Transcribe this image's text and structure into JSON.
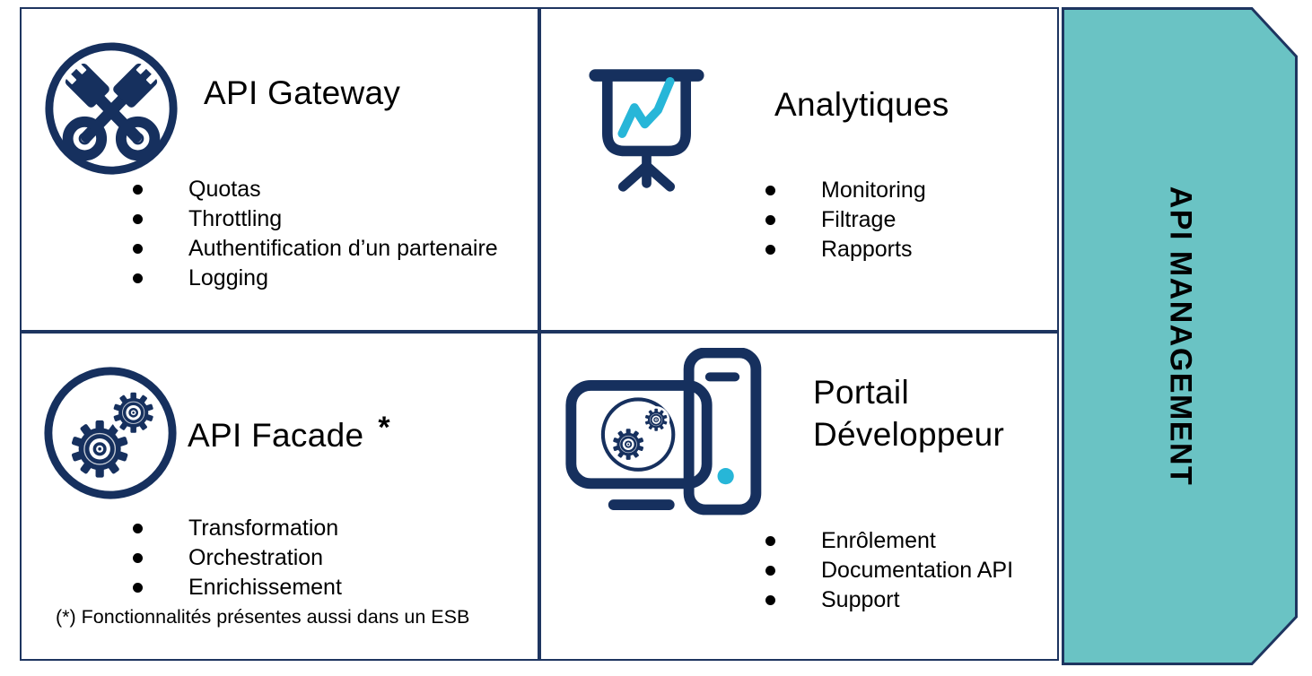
{
  "colors": {
    "navy": "#16305E",
    "cyan": "#27B6D8",
    "teal": "#6AC3C4",
    "border": "#1E3560"
  },
  "banner": {
    "label": "API MANAGEMENT"
  },
  "quadrants": [
    {
      "title": "API Gateway",
      "icon": "crossed-keys",
      "bullets": [
        "Quotas",
        "Throttling",
        "Authentification d’un partenaire",
        "Logging"
      ]
    },
    {
      "title": "Analytiques",
      "icon": "presentation-chart",
      "bullets": [
        "Monitoring",
        "Filtrage",
        "Rapports"
      ]
    },
    {
      "title": "API Facade",
      "suffix": "*",
      "icon": "gears",
      "bullets": [
        "Transformation",
        "Orchestration",
        "Enrichissement"
      ],
      "footnote": "(*) Fonctionnalités présentes aussi dans un ESB"
    },
    {
      "title": "Portail Développeur",
      "icon": "monitor-phone-gears",
      "bullets": [
        "Enrôlement",
        "Documentation API",
        "Support"
      ]
    }
  ]
}
